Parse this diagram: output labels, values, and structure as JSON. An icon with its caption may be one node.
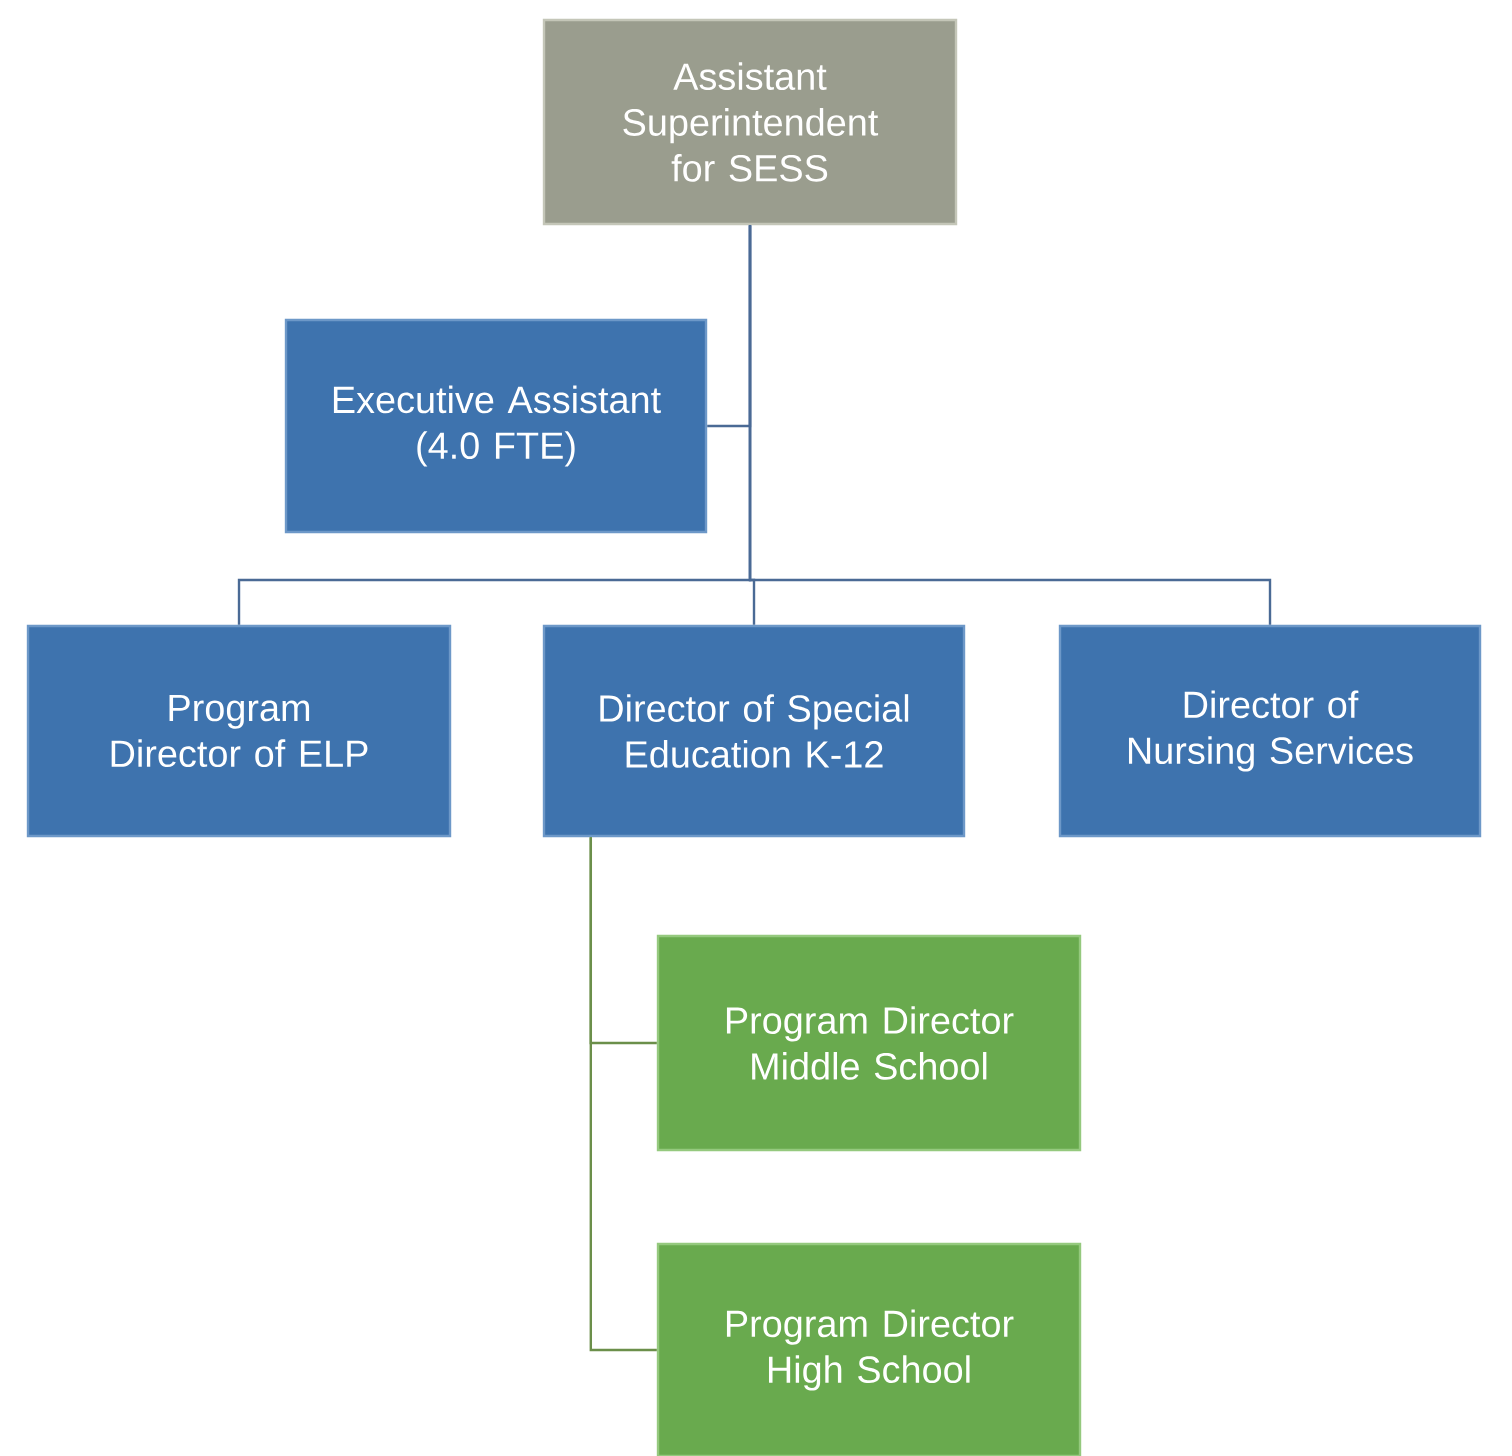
{
  "diagram": {
    "nodes": [
      {
        "text": [
          "Assistant Superintendent for SESS"
        ]
      },
      {
        "text": [
          "Executive Assistant (4.0 FTE)"
        ]
      },
      {
        "text": [
          "Program Director of ELP"
        ]
      },
      {
        "text": [
          "Director of Special Education K-12"
        ]
      },
      {
        "text": [
          "Director of Nursing Services"
        ]
      },
      {
        "text": [
          "Program Director Middle School"
        ]
      },
      {
        "text": [
          "Program Director High School"
        ]
      }
    ],
    "edges": [
      {
        "from": 0,
        "to": 1,
        "arrow": "none"
      },
      {
        "from": 0,
        "to": 2,
        "arrow": "none"
      },
      {
        "from": 0,
        "to": 3,
        "arrow": "none"
      },
      {
        "from": 0,
        "to": 4,
        "arrow": "none"
      },
      {
        "from": 3,
        "to": 5,
        "arrow": "none",
        "color": "#6b8f4a"
      },
      {
        "from": 3,
        "to": 6,
        "arrow": "none",
        "color": "#6b8f4a"
      }
    ]
  }
}
